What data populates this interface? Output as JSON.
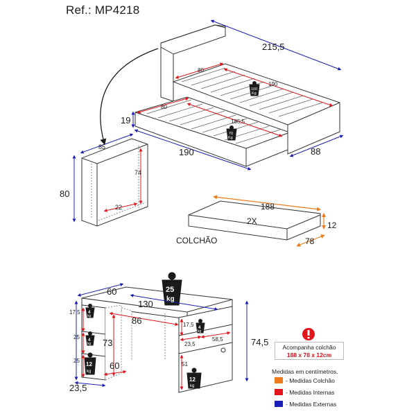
{
  "title": "Ref.: MP4218",
  "bed": {
    "length_outer": "215,5",
    "width_outer": "88",
    "height_low": "19",
    "length_low": "190",
    "upper_slat_w": "80",
    "upper_slat_l": "190",
    "lower_slat_w": "80",
    "lower_slat_l": "185,5",
    "upper_load_value": "100",
    "upper_load_unit": "Kg",
    "lower_load_value": "70",
    "lower_load_unit": "Kg"
  },
  "side_unit": {
    "width": "85",
    "height_outer": "80",
    "height_inner": "74",
    "depth_inner": "22"
  },
  "mattress": {
    "length": "188",
    "depth": "78",
    "thickness": "12",
    "quantity": "2X",
    "label": "COLCHÃO"
  },
  "desk": {
    "depth": "60",
    "width": "130",
    "height": "74,5",
    "inner_width": "86",
    "inner_height": "73",
    "inner_depth": "60",
    "base_width": "23,5",
    "top_load_value": "25",
    "top_load_unit": "kg",
    "left_niche_1": "17,5",
    "left_niche_2": "25",
    "left_niche_3": "25",
    "right_niche_h": "17,5",
    "right_niche_w1": "23,5",
    "right_niche_w2": "58,5",
    "right_lower_h": "51",
    "niche_load_small": "4",
    "niche_load_big": "12",
    "niche_load_unit": "kg"
  },
  "legend": {
    "warning_line1": "Acompanha colchão",
    "warning_line2": "188 x 78 x 12cm",
    "units_note": "Medidas em centímetros.",
    "items": [
      {
        "label": "- Medidas Colchão",
        "color": "#f07b1c"
      },
      {
        "label": "- Medidas Internas",
        "color": "#e3141b"
      },
      {
        "label": "- Medidas Externas",
        "color": "#1b1fb8"
      }
    ]
  },
  "colors": {
    "external": "#1b1fb8",
    "internal": "#e3141b",
    "mattress": "#f07b1c",
    "line": "#333333"
  }
}
